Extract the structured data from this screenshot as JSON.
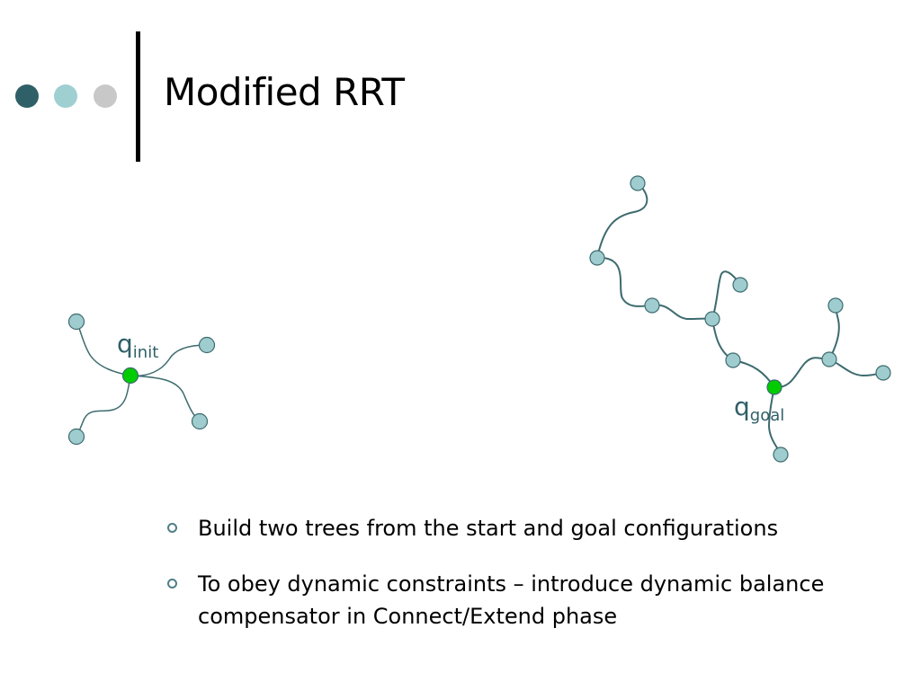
{
  "slide": {
    "title": "Modified RRT",
    "colors": {
      "dot_dark": "#2f6068",
      "dot_light": "#9fcfd1",
      "dot_grey": "#c8c8c8",
      "edge": "#3d6b6e",
      "node_fill": "#9fcdcf",
      "node_stroke": "#3d6b6e",
      "root_fill": "#00cc00",
      "label": "#2f6068"
    }
  },
  "trees": {
    "init": {
      "label_main": "q",
      "label_sub": "init"
    },
    "goal": {
      "label_main": "q",
      "label_sub": "goal"
    }
  },
  "bullets": [
    "Build two trees from the start and goal configurations",
    "To obey dynamic constraints – introduce dynamic balance compensator in Connect/Extend phase"
  ]
}
